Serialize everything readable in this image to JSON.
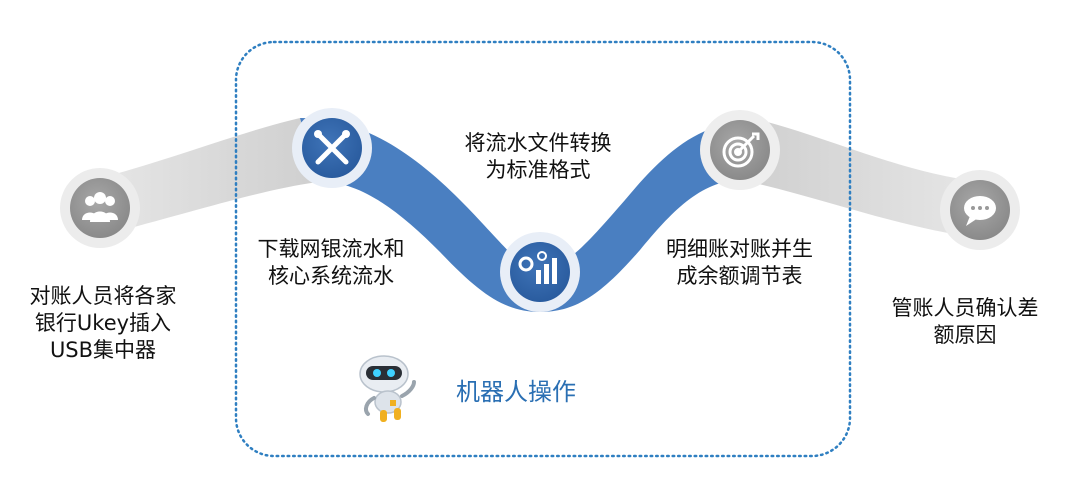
{
  "steps": [
    {
      "icon": "people-icon",
      "lines": [
        "对账人员将各家",
        "银行Ukey插入",
        "USB集中器"
      ]
    },
    {
      "icon": "tools-icon",
      "lines": [
        "下载网银流水和",
        "核心系统流水"
      ]
    },
    {
      "icon": "chart-gear-icon",
      "lines": [
        "将流水文件转换",
        "为标准格式"
      ]
    },
    {
      "icon": "target-icon",
      "lines": [
        "明细账对账并生",
        "成余额调节表"
      ]
    },
    {
      "icon": "chat-icon",
      "lines": [
        "管账人员确认差",
        "额原因"
      ]
    }
  ],
  "robot_label": "机器人操作",
  "colors": {
    "accent": "#4a7fc1",
    "gray_band": "#cfcfcf",
    "border": "#2f7fc1",
    "text_blue": "#2a6fb3"
  }
}
